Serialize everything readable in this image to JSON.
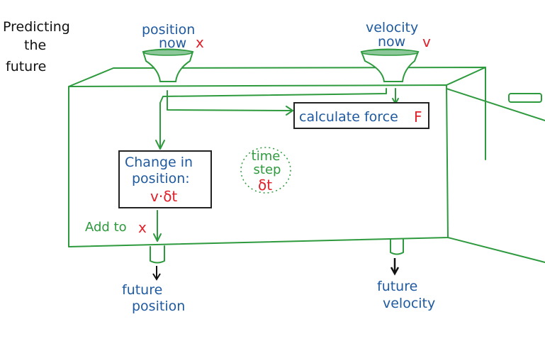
{
  "title": [
    "Predicting",
    "the",
    "future"
  ],
  "inputs": {
    "position": {
      "line1": "position",
      "line2": "now",
      "symbol": "x"
    },
    "velocity": {
      "line1": "velocity",
      "line2": "now",
      "symbol": "v"
    }
  },
  "calculate_force": {
    "label": "calculate force",
    "symbol": "F"
  },
  "change_in_position": {
    "line1": "Change in",
    "line2": "position:",
    "formula": "v·δt"
  },
  "time_step": {
    "line1": "time",
    "line2": "step",
    "symbol": "δt"
  },
  "add_to": {
    "label": "Add to",
    "symbol": "x"
  },
  "outputs": {
    "future_position": {
      "line1": "future",
      "line2": "position"
    },
    "future_velocity": {
      "line1": "future",
      "line2": "velocity"
    }
  },
  "colors": {
    "box": "#2e9a3e",
    "text": "#1f5aa0",
    "symbols": "#e0202a",
    "outline": "#222222"
  }
}
